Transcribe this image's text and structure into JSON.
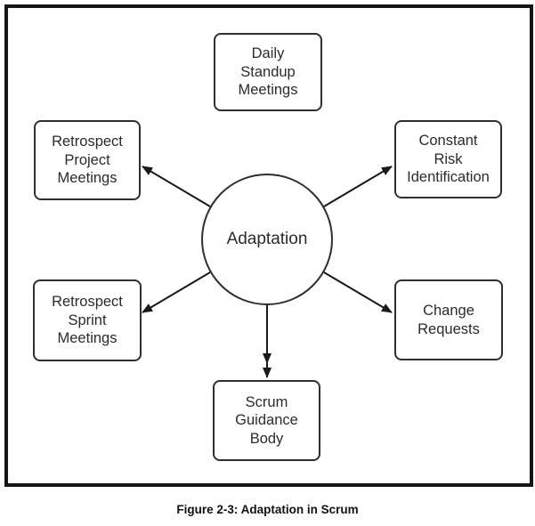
{
  "diagram": {
    "center_label": "Adaptation",
    "caption": "Figure 2-3: Adaptation in Scrum",
    "nodes": [
      {
        "id": "daily-standup-meetings",
        "label": "Daily\nStandup\nMeetings"
      },
      {
        "id": "constant-risk-identification",
        "label": "Constant\nRisk\nIdentification"
      },
      {
        "id": "change-requests",
        "label": "Change\nRequests"
      },
      {
        "id": "scrum-guidance-body",
        "label": "Scrum\nGuidance\nBody"
      },
      {
        "id": "retrospect-sprint-meetings",
        "label": "Retrospect\nSprint\nMeetings"
      },
      {
        "id": "retrospect-project-meetings",
        "label": "Retrospect\nProject\nMeetings"
      }
    ],
    "colors": {
      "frame": "#161616",
      "line": "#1a1a1a",
      "box_border": "#2f2f2f",
      "text": "#2b2b2b",
      "background": "#ffffff"
    }
  }
}
